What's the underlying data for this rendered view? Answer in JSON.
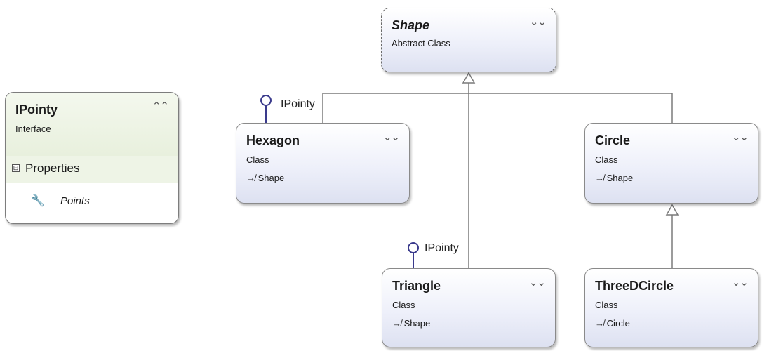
{
  "interface": {
    "name": "IPointy",
    "stereotype": "Interface",
    "section_label": "Properties",
    "property": "Points",
    "toggle_glyph": "⊟",
    "chevron": "⌃⌃"
  },
  "classes": {
    "shape": {
      "name": "Shape",
      "stereotype": "Abstract Class",
      "base": ""
    },
    "hexagon": {
      "name": "Hexagon",
      "stereotype": "Class",
      "base": "Shape"
    },
    "circle": {
      "name": "Circle",
      "stereotype": "Class",
      "base": "Shape"
    },
    "triangle": {
      "name": "Triangle",
      "stereotype": "Class",
      "base": "Shape"
    },
    "threedcircle": {
      "name": "ThreeDCircle",
      "stereotype": "Class",
      "base": "Circle"
    }
  },
  "lollipops": {
    "hexagon_label": "IPointy",
    "triangle_label": "IPointy"
  },
  "icons": {
    "collapse": "double-chevron-down-icon",
    "expand": "double-chevron-up-icon",
    "inherit": "inherit-arrow-icon",
    "property": "wrench-icon"
  },
  "colors": {
    "class_fill_bottom": "#dde1f1",
    "interface_header": "#e8f0dd",
    "lollipop": "#3a3a8c"
  }
}
